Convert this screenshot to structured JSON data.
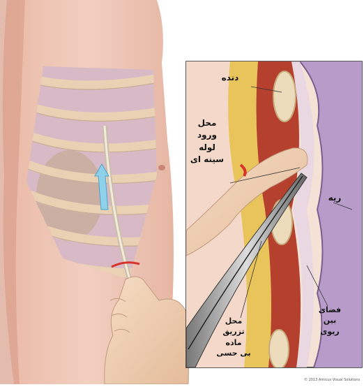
{
  "labels": {
    "rib": "دنده",
    "tube_entry_site": "محل\nورود\nلوله\nسینه ای",
    "lung": "ریه",
    "pleural_space": "فضای\nبین\nریوی",
    "anesthetic_injection_site": "محل\nتزریق ماده\nبی حسی"
  },
  "credit": "© 2013 Amicus Visual Solutions",
  "colors": {
    "skin": "#efc7b8",
    "rib": "#ecdcbc",
    "lung": "#b79cc9",
    "muscle": "#b5402e",
    "fat": "#e8c45a",
    "tube_highlight": "#8fd0ea",
    "incision": "#d7322c"
  }
}
